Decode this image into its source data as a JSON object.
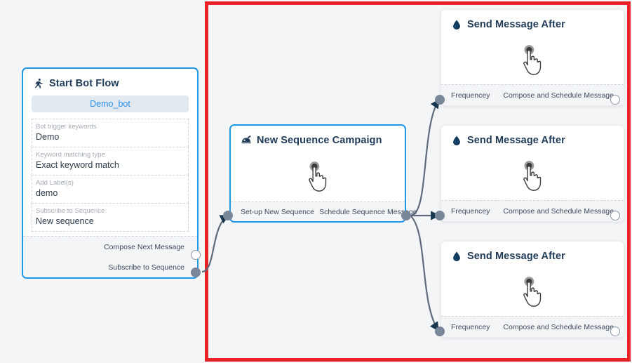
{
  "canvas": {
    "background_color": "#f4f5f7",
    "highlight_box": {
      "name": "red-highlight",
      "color": "#ec2027"
    }
  },
  "nodes": {
    "start_bot_flow": {
      "title": "Start Bot Flow",
      "icon": "running-person-icon",
      "bot_chip": "Demo_bot",
      "fields": [
        {
          "label": "Bot trigger keywords",
          "value": "Demo"
        },
        {
          "label": "Keyword matching type",
          "value": "Exact keyword match"
        },
        {
          "label": "Add Label(s)",
          "value": "demo"
        },
        {
          "label": "Subscribe to Sequence",
          "value": "New sequence"
        }
      ],
      "outputs": [
        {
          "label": "Compose Next Message",
          "port": "hollow"
        },
        {
          "label": "Subscribe to Sequence",
          "port": "filled"
        }
      ]
    },
    "new_sequence_campaign": {
      "title": "New Sequence Campaign",
      "icon": "megaphone-icon",
      "cursor": "pointing-hand-cursor",
      "input_label": "Set-up New Sequence",
      "output_label": "Schedule Sequence Message",
      "input_port": "filled",
      "output_port": "filled"
    },
    "send_message_after": [
      {
        "title": "Send Message After",
        "icon": "water-drop-icon",
        "cursor": "pointing-hand-cursor",
        "input_label": "Frequencey",
        "output_label": "Compose and Schedule Message",
        "input_port": "filled",
        "output_port": "hollow"
      },
      {
        "title": "Send Message After",
        "icon": "water-drop-icon",
        "cursor": "pointing-hand-cursor",
        "input_label": "Frequencey",
        "output_label": "Compose and Schedule Message",
        "input_port": "filled",
        "output_port": "hollow"
      },
      {
        "title": "Send Message After",
        "icon": "water-drop-icon",
        "cursor": "pointing-hand-cursor",
        "input_label": "Frequencey",
        "output_label": "Compose and Schedule Message",
        "input_port": "filled",
        "output_port": "hollow"
      }
    ]
  },
  "colors": {
    "selected_border": "#1e97e8",
    "port_filled": "#7a8699",
    "edge": "#5f6b7c",
    "title_text": "#1f3a57",
    "highlight": "#ec2027"
  }
}
